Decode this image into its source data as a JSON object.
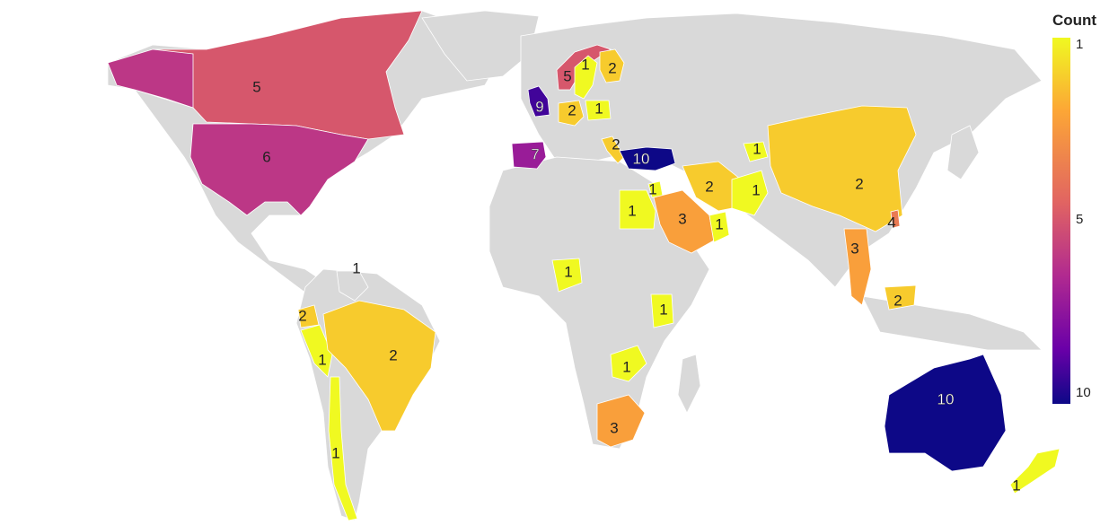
{
  "legend": {
    "title": "Count",
    "min_label": "1",
    "mid_label": "5",
    "max_label": "10",
    "scale": [
      "#f0f921",
      "#fca636",
      "#e16462",
      "#b12a90",
      "#6a00a8",
      "#0d0887"
    ]
  },
  "colors": {
    "land": "#d9d9d9",
    "border": "#ffffff",
    "ocean": "#ffffff"
  },
  "countries": [
    {
      "name": "Canada",
      "count": 5
    },
    {
      "name": "United States",
      "count": 6
    },
    {
      "name": "United Kingdom",
      "count": 9
    },
    {
      "name": "Norway",
      "count": 5
    },
    {
      "name": "Sweden",
      "count": 1
    },
    {
      "name": "Finland",
      "count": 2
    },
    {
      "name": "Germany",
      "count": 2
    },
    {
      "name": "Poland",
      "count": 1
    },
    {
      "name": "Spain",
      "count": 7
    },
    {
      "name": "Italy",
      "count": 2
    },
    {
      "name": "Turkey",
      "count": 10
    },
    {
      "name": "Egypt",
      "count": 1
    },
    {
      "name": "Jordan",
      "count": 1
    },
    {
      "name": "Saudi Arabia",
      "count": 3
    },
    {
      "name": "United Arab Emirates",
      "count": 1
    },
    {
      "name": "Iran",
      "count": 2
    },
    {
      "name": "Afghanistan",
      "count": 1
    },
    {
      "name": "Pakistan",
      "count": 1
    },
    {
      "name": "China",
      "count": 2
    },
    {
      "name": "Taiwan",
      "count": 4
    },
    {
      "name": "Thailand",
      "count": 3
    },
    {
      "name": "Malaysia",
      "count": 2
    },
    {
      "name": "Nigeria",
      "count": 1
    },
    {
      "name": "Kenya",
      "count": 1
    },
    {
      "name": "Zambia",
      "count": 1
    },
    {
      "name": "South Africa",
      "count": 3
    },
    {
      "name": "Australia",
      "count": 10
    },
    {
      "name": "New Zealand",
      "count": 1
    },
    {
      "name": "Colombia",
      "count": 1
    },
    {
      "name": "Ecuador",
      "count": 2
    },
    {
      "name": "Peru",
      "count": 1
    },
    {
      "name": "Brazil",
      "count": 2
    },
    {
      "name": "Chile",
      "count": 1
    }
  ]
}
